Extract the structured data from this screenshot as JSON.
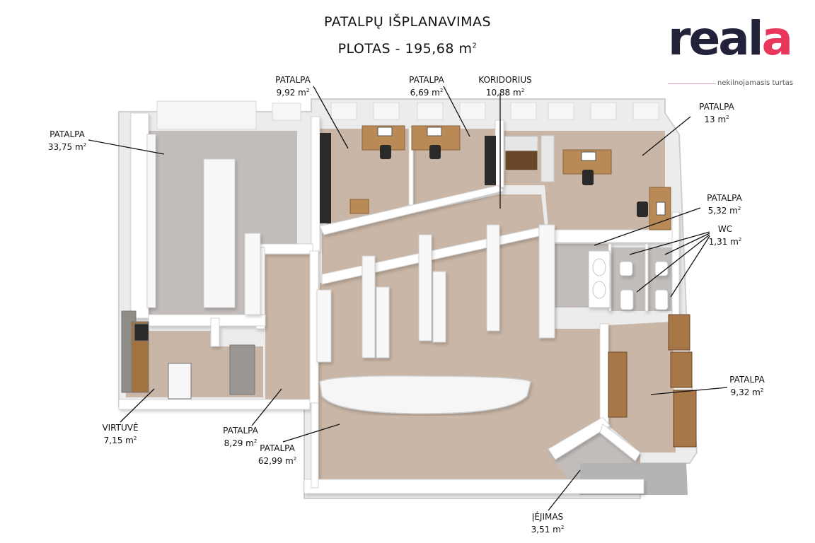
{
  "header": {
    "title": "PATALPŲ IŠPLANAVIMAS",
    "area_prefix": "PLOTAS - 195,68 m",
    "area_sup": "2"
  },
  "logo": {
    "wordmark_main": "real",
    "wordmark_accent": "a",
    "tagline": "nekilnojamasis turtas",
    "colors": {
      "dark": "#22223a",
      "accent": "#e8365d"
    }
  },
  "rooms": [
    {
      "id": "patalpa-33-75",
      "name": "PATALPA",
      "area": "33,75 m",
      "sup": "2"
    },
    {
      "id": "patalpa-9-92",
      "name": "PATALPA",
      "area": "9,92 m",
      "sup": "2"
    },
    {
      "id": "patalpa-6-69",
      "name": "PATALPA",
      "area": "6,69 m",
      "sup": "2"
    },
    {
      "id": "koridorius",
      "name": "KORIDORIUS",
      "area": "10,88 m",
      "sup": "2"
    },
    {
      "id": "patalpa-13",
      "name": "PATALPA",
      "area": "13 m",
      "sup": "2"
    },
    {
      "id": "patalpa-5-32",
      "name": "PATALPA",
      "area": "5,32 m",
      "sup": "2"
    },
    {
      "id": "wc",
      "name": "WC",
      "area": "1,31 m",
      "sup": "2"
    },
    {
      "id": "patalpa-9-32",
      "name": "PATALPA",
      "area": "9,32 m",
      "sup": "2"
    },
    {
      "id": "virtuve",
      "name": "VIRTUVĖ",
      "area": "7,15 m",
      "sup": "2"
    },
    {
      "id": "patalpa-8-29",
      "name": "PATALPA",
      "area": "8,29 m",
      "sup": "2"
    },
    {
      "id": "patalpa-62-99",
      "name": "PATALPA",
      "area": "62,99 m",
      "sup": "2"
    },
    {
      "id": "iejimas",
      "name": "ĮĖJIMAS",
      "area": "3,51 m",
      "sup": "2"
    }
  ],
  "colors": {
    "floor_wood": "#c9b6a6",
    "floor_grey": "#c2bdbb",
    "wall": "#ffffff",
    "wall_edge": "#d4d4d4",
    "desk": "#b98a55",
    "shelf": "#8a5a2e",
    "dark_furniture": "#2a2a2a"
  }
}
